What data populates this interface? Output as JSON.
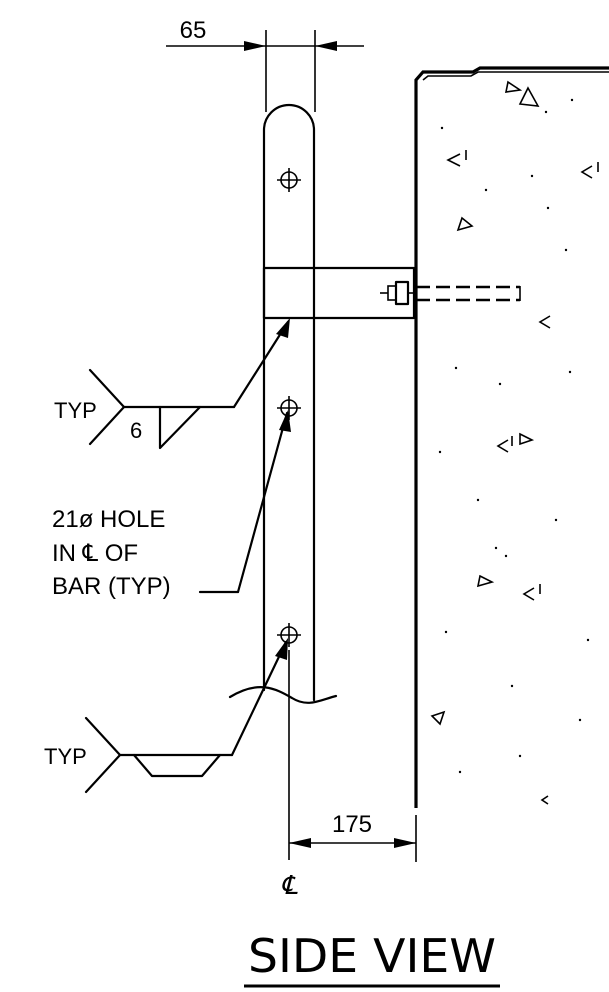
{
  "dimensions": {
    "top_width": "65",
    "offset": "175"
  },
  "weld_labels": {
    "upper_typ": "TYP",
    "upper_size": "6",
    "lower_typ": "TYP"
  },
  "hole_note": {
    "line1": "21ø HOLE",
    "line2": "IN ℄ OF",
    "line3": "BAR (TYP)"
  },
  "centerline_symbol": "℄",
  "view_title": "SIDE VIEW"
}
